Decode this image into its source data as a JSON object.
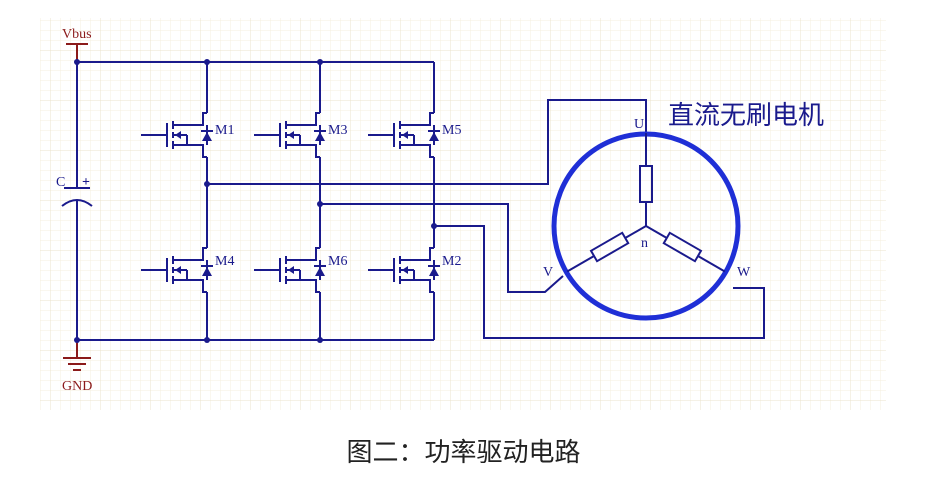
{
  "caption": "图二：功率驱动电路",
  "labels": {
    "vbus": "Vbus",
    "gnd": "GND",
    "capacitor": "C",
    "capacitor_polarity": "+",
    "motor_title": "直流无刷电机",
    "phase_u": "U",
    "phase_v": "V",
    "phase_w": "W",
    "neutral": "n"
  },
  "transistors": {
    "m1": "M1",
    "m3": "M3",
    "m5": "M5",
    "m4": "M4",
    "m6": "M6",
    "m2": "M2"
  },
  "colors": {
    "wire": "#1a1a8c",
    "power": "#8b1a1a",
    "motor_circle": "#1f2fd6",
    "grid_minor": "#f3eedd",
    "grid_major": "#e9e1c8"
  }
}
